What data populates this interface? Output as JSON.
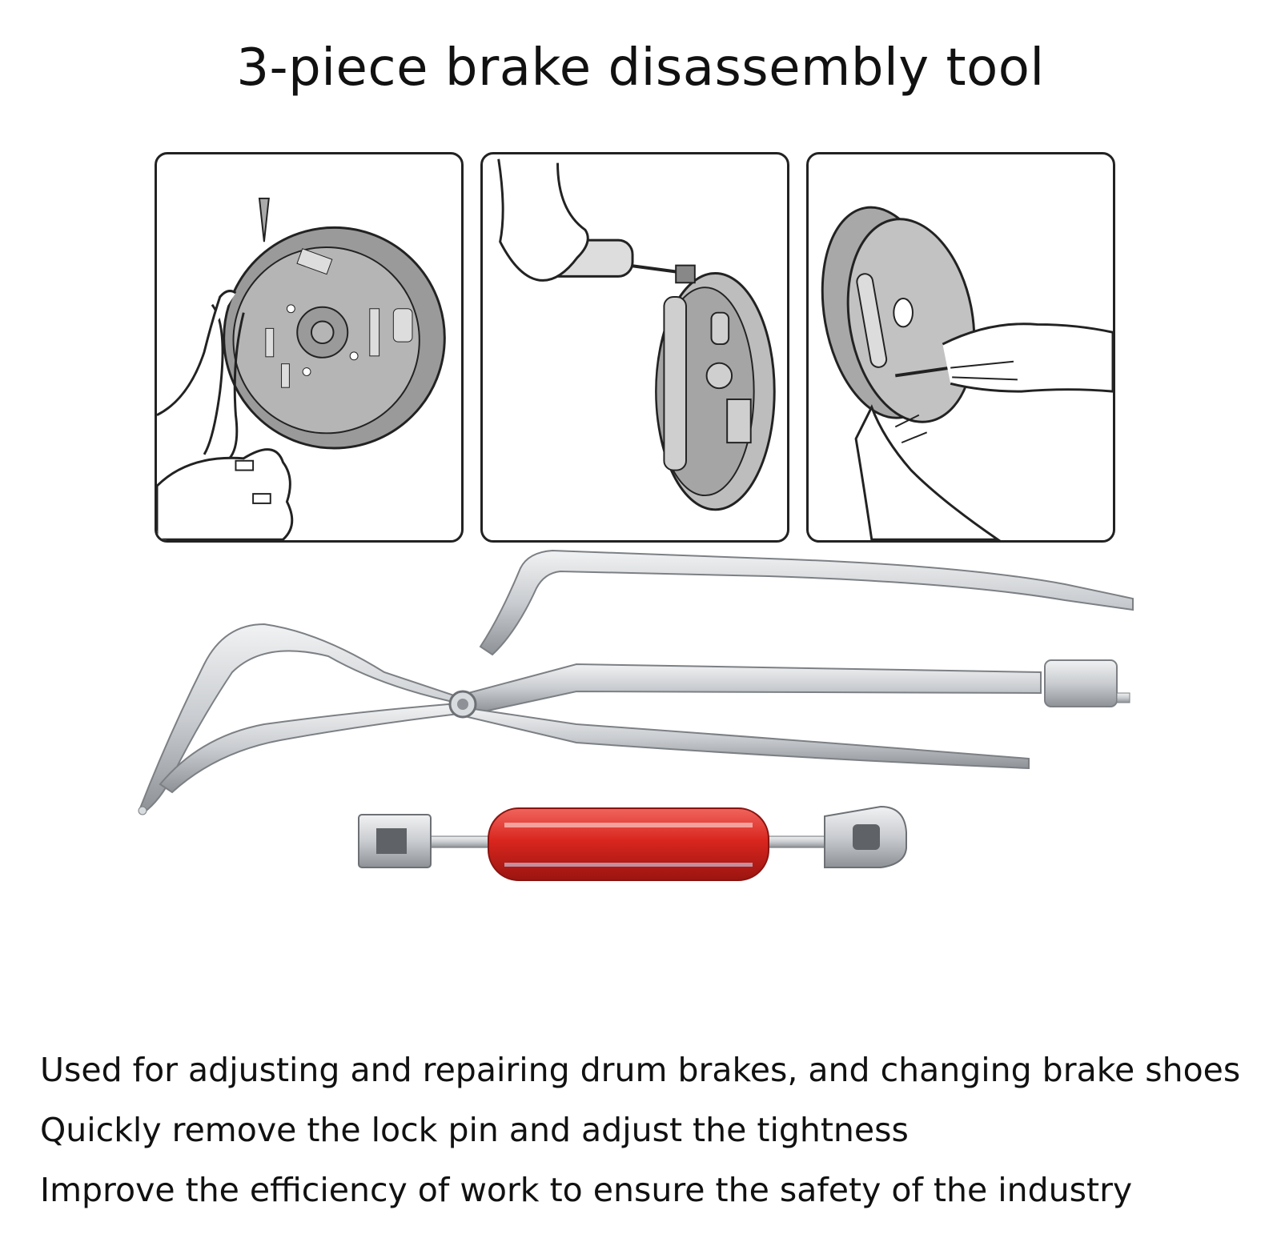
{
  "title": "3-piece brake disassembly tool",
  "panels": [
    {
      "icon": "drum-brake-plier-illustration"
    },
    {
      "icon": "drum-brake-screwdriver-illustration"
    },
    {
      "icon": "backing-plate-hands-illustration"
    }
  ],
  "tools": [
    "brake-spoon-icon",
    "brake-spring-plier-icon",
    "adjusting-tool-icon"
  ],
  "features": [
    "Used for adjusting and repairing drum brakes, and changing brake shoes",
    "Quickly remove the lock pin and adjust the tightness",
    "Improve the efficiency of work to ensure the safety of the industry"
  ],
  "colors": {
    "metal": "#c9ccd0",
    "metal_dark": "#8e9296",
    "handle_red": "#d8261e",
    "drum_gray": "#8f8f8f"
  }
}
